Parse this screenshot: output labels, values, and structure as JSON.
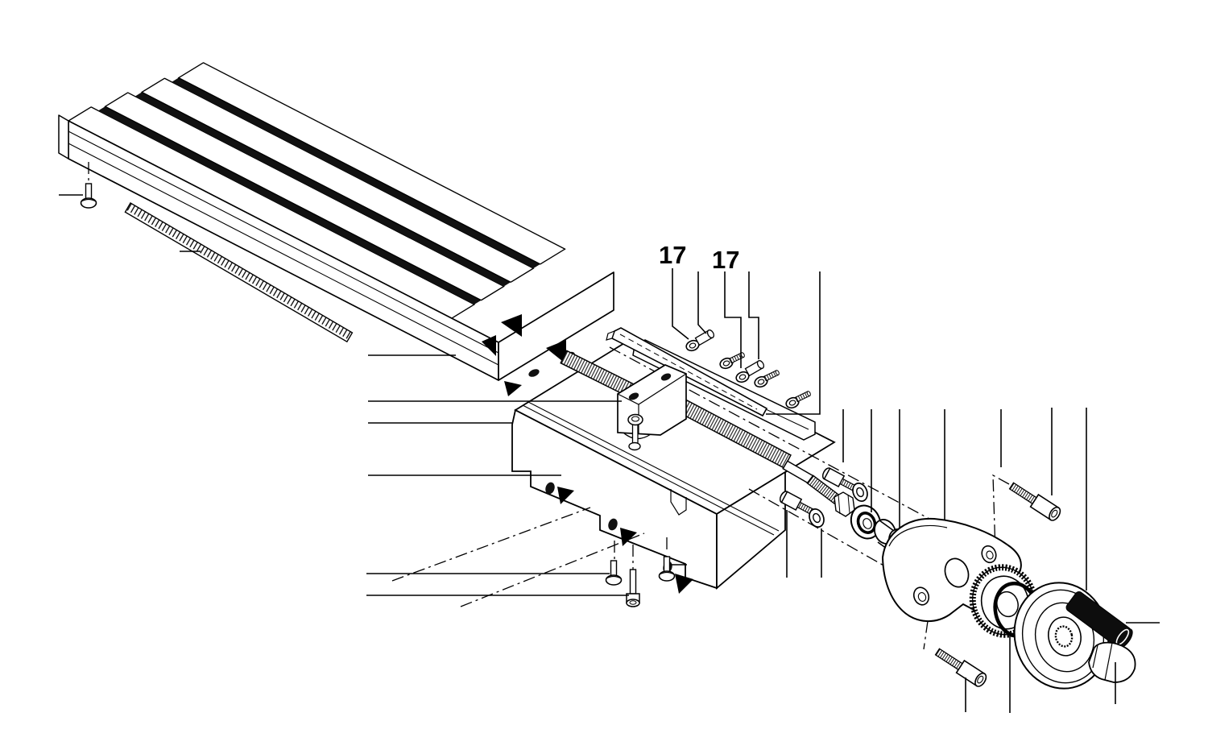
{
  "diagram": {
    "type": "exploded-parts-drawing",
    "subject": "milling table cross-slide assembly",
    "callouts": [
      {
        "label": "17"
      },
      {
        "label": "17"
      }
    ],
    "colors": {
      "line": "#000000",
      "background": "#ffffff",
      "slot_fill": "#111111",
      "handle_fill": "#0d0d0d"
    },
    "parts": [
      "t-slot-table",
      "scale-strip",
      "table-fixing-screw",
      "gib-strip",
      "gib-screws-and-washers",
      "leadscrew",
      "leadscrew-nut-block",
      "nut-block-bolt",
      "saddle",
      "saddle-bottom-screws",
      "bearing-screw-and-washer",
      "bearing",
      "spacer-bushing",
      "bearing-housing",
      "housing-screw",
      "graduated-dial",
      "o-ring",
      "handwheel",
      "handwheel-handle",
      "acorn-nut"
    ]
  }
}
